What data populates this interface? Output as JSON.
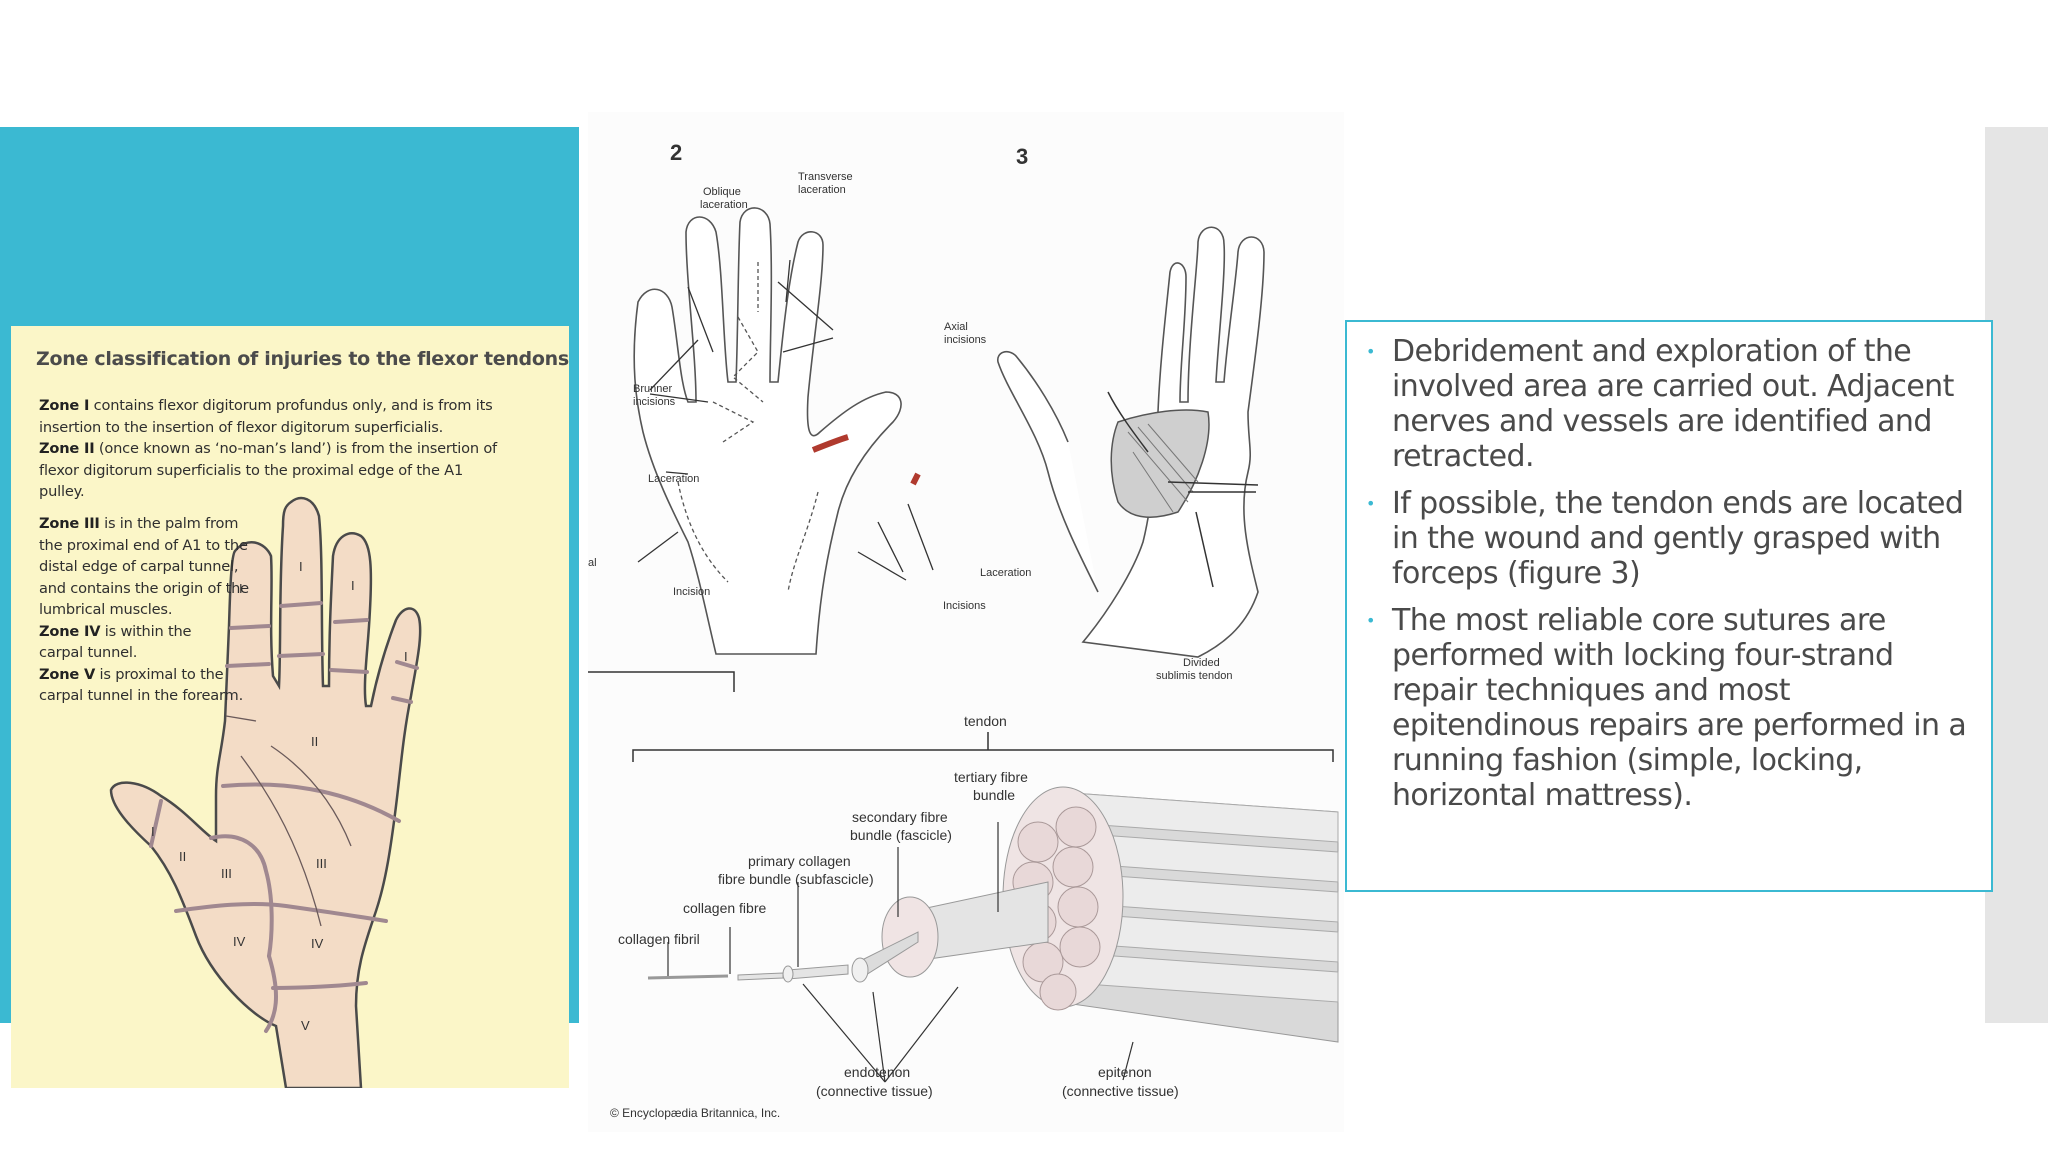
{
  "zones": {
    "title": "Zone classification of injuries to the flexor tendons",
    "zone1_lead": "Zone I",
    "zone1_line1": " contains flexor digitorum profundus only, and is from its",
    "zone1_line2": "insertion to the insertion of flexor digitorum superficialis.",
    "zone2_lead": "Zone II",
    "zone2_line1": " (once known as ‘no-man’s land’) is from the insertion of",
    "zone2_line2": "flexor digitorum superficialis to the proximal edge of the A1",
    "zone2_line3": "pulley.",
    "zone3_lead": "Zone III",
    "zone3_line1": " is in the palm from",
    "zone3_line2": "the proximal end of A1 to the",
    "zone3_line3": "distal edge of carpal tunnel,",
    "zone3_line4": "and contains the origin of the",
    "zone3_line5": "lumbrical muscles.",
    "zone4_lead": "Zone IV",
    "zone4_line1": " is within the",
    "zone4_line2": "carpal tunnel.",
    "zone5_lead": "Zone V",
    "zone5_line1": " is proximal to the",
    "zone5_line2": "carpal tunnel in the forearm.",
    "hand_labels": {
      "z1": "I",
      "z2": "II",
      "z3": "III",
      "z4": "IV",
      "z5": "V"
    }
  },
  "surgery_figure": {
    "num2": "2",
    "num3": "3",
    "oblique_1": "Oblique",
    "oblique_2": "laceration",
    "transverse_1": "Transverse",
    "transverse_2": "laceration",
    "axial_1": "Axial",
    "axial_2": "incisions",
    "brunner_1": "Brunner",
    "brunner_2": "incisions",
    "laceration_a": "Laceration",
    "incision": "Incision",
    "laceration_b": "Laceration",
    "incisions": "Incisions",
    "divided_1": "Divided",
    "divided_2": "sublimis tendon",
    "fragment": "al"
  },
  "tendon_figure": {
    "tendon": "tendon",
    "tertiary_1": "tertiary fibre",
    "tertiary_2": "bundle",
    "secondary_1": "secondary fibre",
    "secondary_2": "bundle (fascicle)",
    "primary_1": "primary collagen",
    "primary_2": "fibre bundle (subfascicle)",
    "collagen_fibre": "collagen fibre",
    "collagen_fibril": "collagen fibril",
    "endotenon_1": "endotenon",
    "endotenon_2": "(connective tissue)",
    "epitenon_1": "epitenon",
    "epitenon_2": "(connective tissue)",
    "copyright": "© Encyclopædia Britannica, Inc."
  },
  "bullets": [
    "Debridement and exploration of the involved area are carried out. Adjacent nerves and vessels are identified and retracted.",
    "If possible, the tendon ends are located in the wound and gently grasped with forceps (figure 3)",
    "The most reliable core sutures are performed with locking four-strand repair techniques and most epitendinous repairs are performed in a running fashion (simple, locking, horizontal mattress)."
  ],
  "colors": {
    "accent": "#3bb9d2",
    "card": "#fbf6c8",
    "hand_fill": "#f3dcc6",
    "zone_line": "#a08890"
  }
}
